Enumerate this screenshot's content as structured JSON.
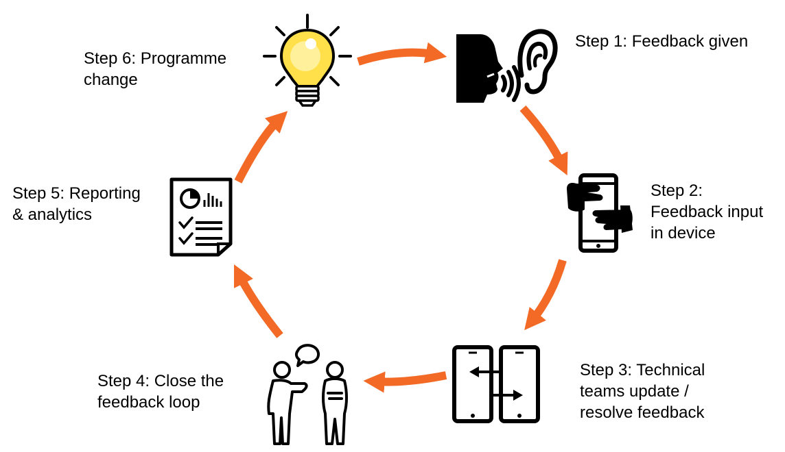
{
  "colors": {
    "arrow": "#F26A25",
    "icon": "#000000",
    "bulb": "#FFE04A",
    "bulb_highlight": "#FFF7B8",
    "background": "#FFFFFF"
  },
  "steps": [
    {
      "id": 1,
      "icon": "speaking-ear-icon",
      "lines": [
        "Step 1: Feedback given"
      ]
    },
    {
      "id": 2,
      "icon": "phone-in-hands-icon",
      "lines": [
        "Step 2:",
        "Feedback input",
        "in device"
      ]
    },
    {
      "id": 3,
      "icon": "phones-exchange-icon",
      "lines": [
        "Step 3: Technical",
        "teams update /",
        "resolve feedback"
      ]
    },
    {
      "id": 4,
      "icon": "two-people-talking-icon",
      "lines": [
        "Step 4: Close the",
        "feedback loop"
      ]
    },
    {
      "id": 5,
      "icon": "report-document-icon",
      "lines": [
        "Step 5: Reporting",
        "& analytics"
      ]
    },
    {
      "id": 6,
      "icon": "lightbulb-icon",
      "lines": [
        "Step 6: Programme",
        "change"
      ]
    }
  ]
}
